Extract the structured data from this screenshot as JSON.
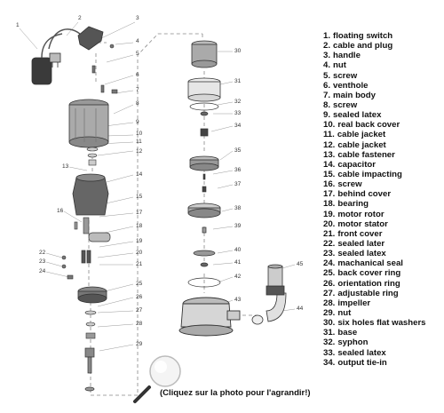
{
  "legend": [
    {
      "num": "1.",
      "label": "floating switch"
    },
    {
      "num": "2.",
      "label": "cable and plug"
    },
    {
      "num": "3.",
      "label": "handle"
    },
    {
      "num": "4.",
      "label": "nut"
    },
    {
      "num": "5.",
      "label": "screw"
    },
    {
      "num": "6.",
      "label": "venthole"
    },
    {
      "num": "7.",
      "label": "main body"
    },
    {
      "num": "8.",
      "label": "screw"
    },
    {
      "num": "9.",
      "label": "sealed latex"
    },
    {
      "num": "10.",
      "label": "real back cover"
    },
    {
      "num": "11.",
      "label": "cable jacket"
    },
    {
      "num": "12.",
      "label": "cable jacket"
    },
    {
      "num": "13.",
      "label": "cable fastener"
    },
    {
      "num": "14.",
      "label": "capacitor"
    },
    {
      "num": "15.",
      "label": "cable impacting"
    },
    {
      "num": "16.",
      "label": "screw"
    },
    {
      "num": "17.",
      "label": "behind cover"
    },
    {
      "num": "18.",
      "label": "bearing"
    },
    {
      "num": "19.",
      "label": "motor rotor"
    },
    {
      "num": "20.",
      "label": "motor stator"
    },
    {
      "num": "21.",
      "label": "front cover"
    },
    {
      "num": "22.",
      "label": "sealed later"
    },
    {
      "num": "23.",
      "label": "sealed latex"
    },
    {
      "num": "24.",
      "label": "machanical seal"
    },
    {
      "num": "25.",
      "label": "back cover ring"
    },
    {
      "num": "26.",
      "label": "orientation ring"
    },
    {
      "num": "27.",
      "label": "adjustable ring"
    },
    {
      "num": "28.",
      "label": "impeller"
    },
    {
      "num": "29.",
      "label": "nut"
    },
    {
      "num": "30.",
      "label": "six holes flat washers"
    },
    {
      "num": "31.",
      "label": "base"
    },
    {
      "num": "32.",
      "label": "syphon"
    },
    {
      "num": "33.",
      "label": "sealed latex"
    },
    {
      "num": "34.",
      "label": "output tie-in"
    }
  ],
  "diagram_labels": {
    "l1": "1",
    "l2": "2",
    "l3": "3",
    "l4": "4",
    "l5": "5",
    "l6": "6",
    "l7": "7",
    "l8": "8",
    "l9": "9",
    "l10": "10",
    "l11": "11",
    "l12": "12",
    "l13": "13",
    "l14": "14",
    "l15": "15",
    "l16": "16",
    "l17": "17",
    "l18": "18",
    "l19": "19",
    "l20": "20",
    "l21": "21",
    "l22": "22",
    "l23": "23",
    "l24": "24",
    "l25": "25",
    "l26": "26",
    "l27": "27",
    "l28": "28",
    "l29": "29",
    "l30": "30",
    "l31": "31",
    "l32": "32",
    "l33": "33",
    "l34": "34",
    "l35": "35",
    "l36": "36",
    "l37": "37",
    "l38": "38",
    "l39": "39",
    "l40": "40",
    "l41": "41",
    "l42": "42",
    "l43": "43",
    "l44": "44",
    "l45": "45"
  },
  "enlarge_caption": "(Cliquez sur la photo pour l'agrandir!)",
  "icons": {
    "zoom": "magnifier-icon"
  }
}
